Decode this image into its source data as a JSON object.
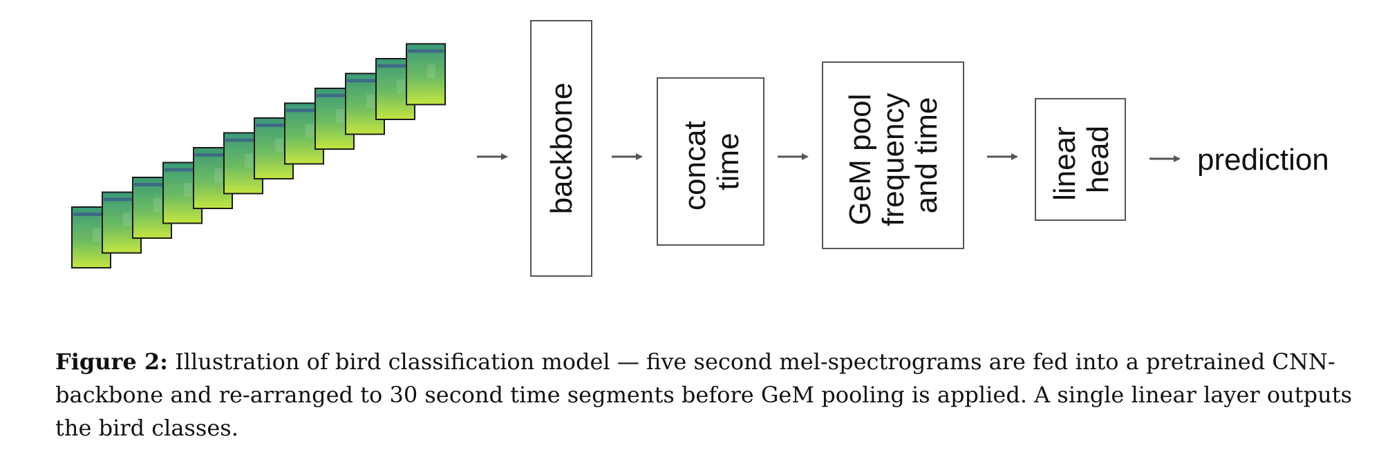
{
  "diagram": {
    "stages": [
      {
        "id": "backbone",
        "lines": [
          "backbone"
        ]
      },
      {
        "id": "concat-time",
        "lines": [
          "concat",
          "time"
        ]
      },
      {
        "id": "gem-pool",
        "lines": [
          "GeM pool",
          "frequency",
          "and time"
        ]
      },
      {
        "id": "linear-head",
        "lines": [
          "linear",
          "head"
        ]
      }
    ],
    "output_label": "prediction",
    "spectrogram_count": 12,
    "colors": {
      "spectrogram_top": "#3a9a78",
      "spectrogram_bottom": "#c4e640",
      "box_stroke": "#555555",
      "arrow": "#555555"
    }
  },
  "caption": {
    "label": "Figure 2:",
    "text": " Illustration of bird classification model — five second mel-spectrograms are fed into a pretrained CNN-backbone and re-arranged to 30 second time segments before GeM pooling is applied. A single linear layer outputs the bird classes."
  }
}
